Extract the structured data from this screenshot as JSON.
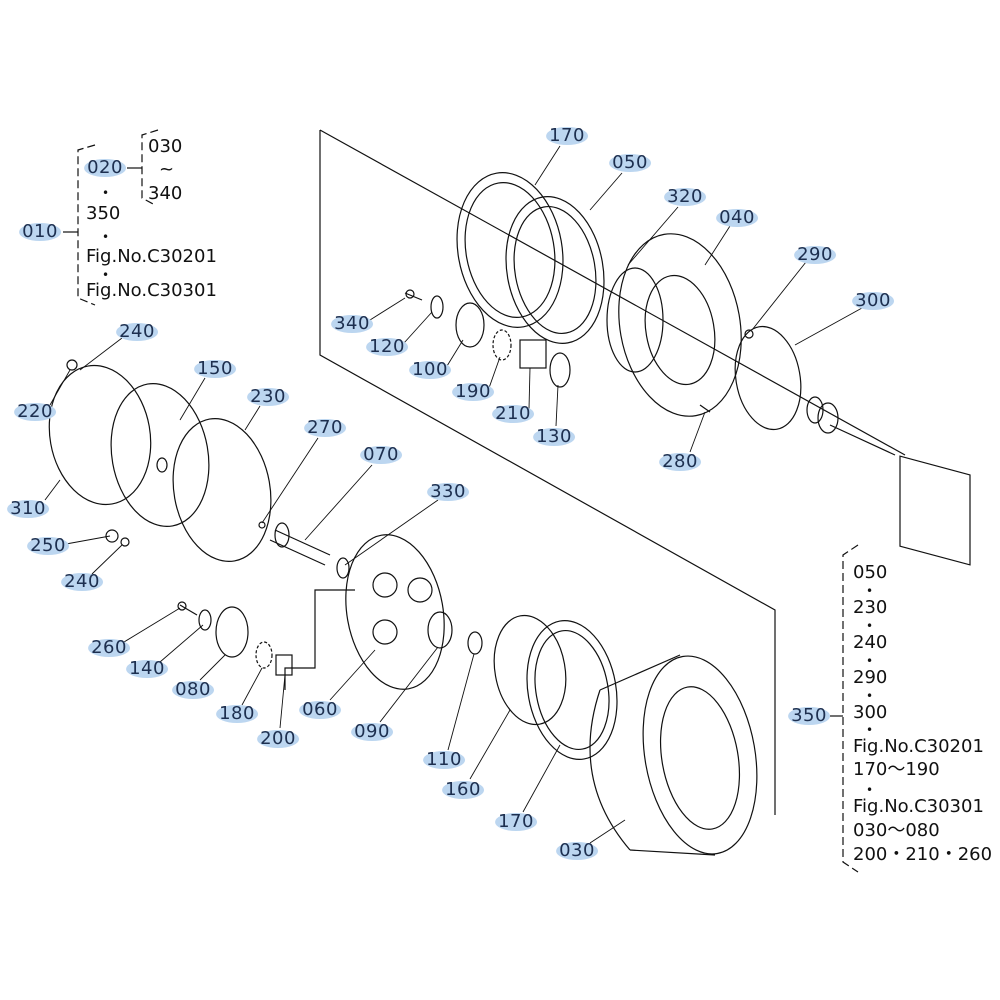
{
  "part_labels": [
    "170",
    "050",
    "320",
    "040",
    "290",
    "300",
    "340",
    "120",
    "100",
    "190",
    "210",
    "130",
    "280",
    "240",
    "220",
    "150",
    "230",
    "270",
    "070",
    "330",
    "310",
    "250",
    "240",
    "260",
    "140",
    "080",
    "180",
    "200",
    "060",
    "090",
    "110",
    "160",
    "170",
    "030",
    "350",
    "010",
    "020"
  ],
  "group_010": {
    "label": "010",
    "items": [
      "020",
      "350",
      "Fig.No.C30201",
      "Fig.No.C30301"
    ],
    "sub_020": {
      "from": "030",
      "tilde": "~",
      "to": "340"
    }
  },
  "group_350": {
    "label": "350",
    "items": [
      "050",
      "230",
      "240",
      "290",
      "300",
      "Fig.No.C30201",
      "170～190",
      "Fig.No.C30301",
      "030～080",
      "200・210・260"
    ]
  },
  "colors": {
    "highlight": "#bcd6f0",
    "label_text": "#1d2f4f",
    "line": "#111111"
  }
}
